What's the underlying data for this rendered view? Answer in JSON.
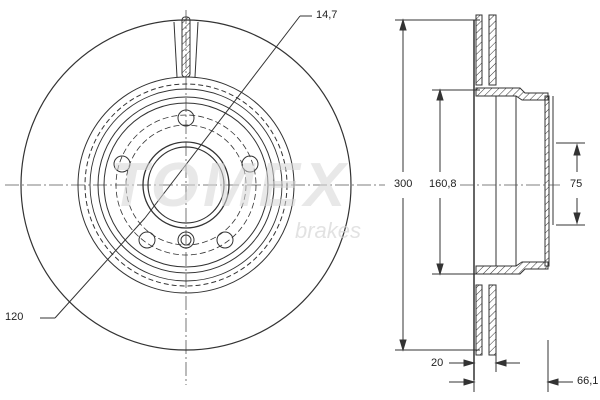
{
  "watermark": {
    "brand": "TOMEX",
    "sub": "brakes",
    "color": "#d4d4d4"
  },
  "front_view": {
    "dimensions": {
      "bolt_hole_diameter": "14,7",
      "pitch_circle_diameter": "120"
    },
    "bolt_holes": 5
  },
  "side_view": {
    "dimensions": {
      "outer_diameter": "300",
      "hat_diameter": "160,8",
      "center_bore": "75",
      "thickness": "20",
      "total_height": "66,1"
    }
  },
  "colors": {
    "line": "#333333",
    "centerline": "#555555",
    "background": "#ffffff"
  }
}
